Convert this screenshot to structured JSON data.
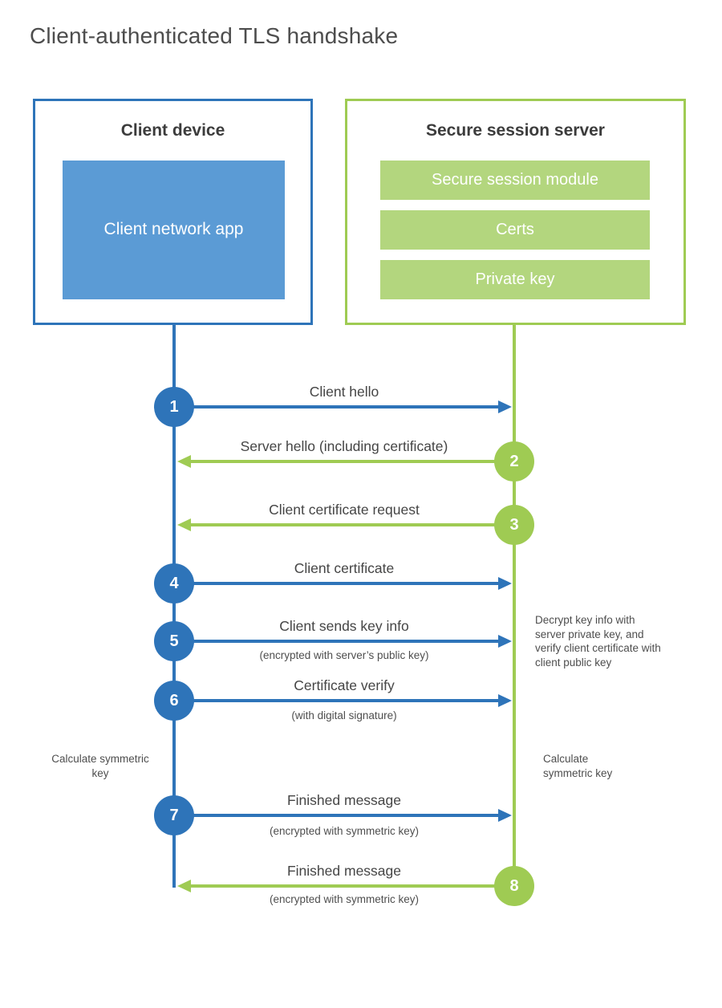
{
  "title": "Client-authenticated TLS handshake",
  "colors": {
    "blue": "#2e74b9",
    "blue_light": "#5b9bd5",
    "green": "#9fcb53",
    "green_light": "#b3d67e"
  },
  "client": {
    "title": "Client device",
    "app_label": "Client network app"
  },
  "server": {
    "title": "Secure session server",
    "modules": [
      "Secure session module",
      "Certs",
      "Private key"
    ]
  },
  "messages": [
    {
      "num": "1",
      "direction": "client-to-server",
      "label": "Client hello",
      "sub": ""
    },
    {
      "num": "2",
      "direction": "server-to-client",
      "label": "Server hello (including certificate)",
      "sub": ""
    },
    {
      "num": "3",
      "direction": "server-to-client",
      "label": "Client certificate request",
      "sub": ""
    },
    {
      "num": "4",
      "direction": "client-to-server",
      "label": "Client certificate",
      "sub": ""
    },
    {
      "num": "5",
      "direction": "client-to-server",
      "label": "Client sends key info",
      "sub": "(encrypted with server’s public key)"
    },
    {
      "num": "6",
      "direction": "client-to-server",
      "label": "Certificate verify",
      "sub": "(with digital signature)"
    },
    {
      "num": "7",
      "direction": "client-to-server",
      "label": "Finished message",
      "sub": "(encrypted with symmetric key)"
    },
    {
      "num": "8",
      "direction": "server-to-client",
      "label": "Finished message",
      "sub": "(encrypted with symmetric key)"
    }
  ],
  "notes": {
    "decrypt": "Decrypt key info with server private key, and verify client certificate with client public key",
    "calculate_left": "Calculate symmetric key",
    "calculate_right": "Calculate symmetric key"
  }
}
